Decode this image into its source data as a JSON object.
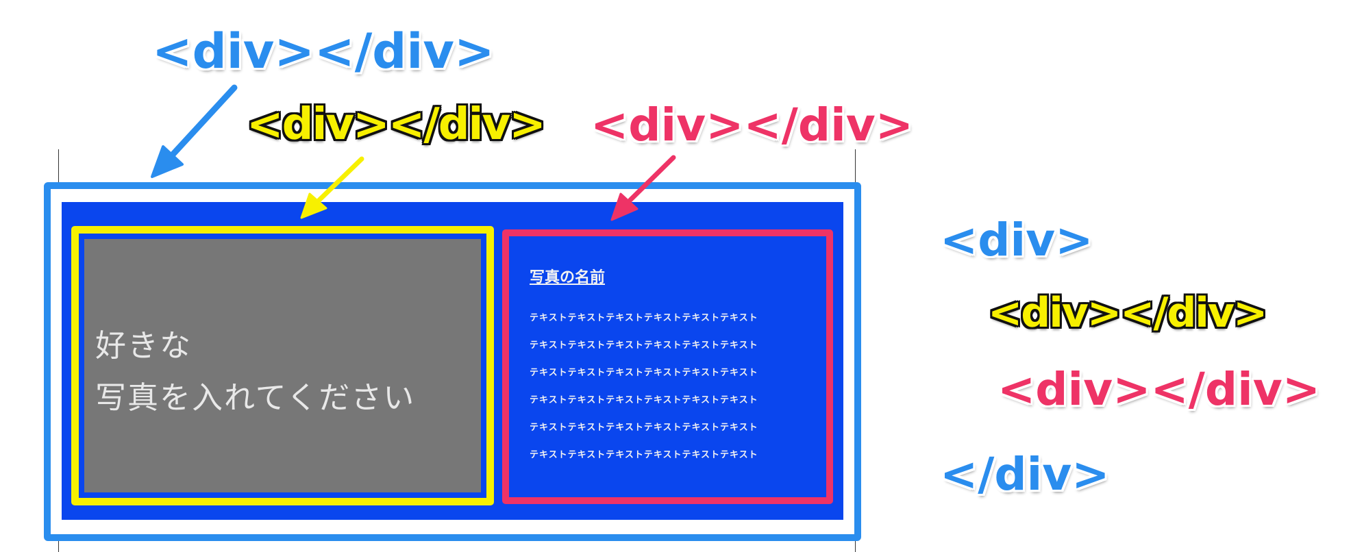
{
  "annotations": {
    "outer_label": "<div></div>",
    "yellow_label": "<div></div>",
    "pink_label": "<div></div>"
  },
  "code_structure": {
    "open_outer": "<div>",
    "yellow_child": "<div></div>",
    "pink_child": "<div></div>",
    "close_outer": "</div>"
  },
  "photo_panel": {
    "line1": "好きな",
    "line2": "写真を入れてください"
  },
  "text_panel": {
    "title": "写真の名前",
    "lines": [
      "テキストテキストテキストテキストテキストテキスト",
      "テキストテキストテキストテキストテキストテキスト",
      "テキストテキストテキストテキストテキストテキスト",
      "テキストテキストテキストテキストテキストテキスト",
      "テキストテキストテキストテキストテキストテキスト",
      "テキストテキストテキストテキストテキストテキスト"
    ]
  },
  "colors": {
    "outer_blue": "#2a8dee",
    "inner_blue": "#0a46ee",
    "yellow": "#f7f000",
    "pink": "#ee3366",
    "photo_gray": "#777777"
  }
}
